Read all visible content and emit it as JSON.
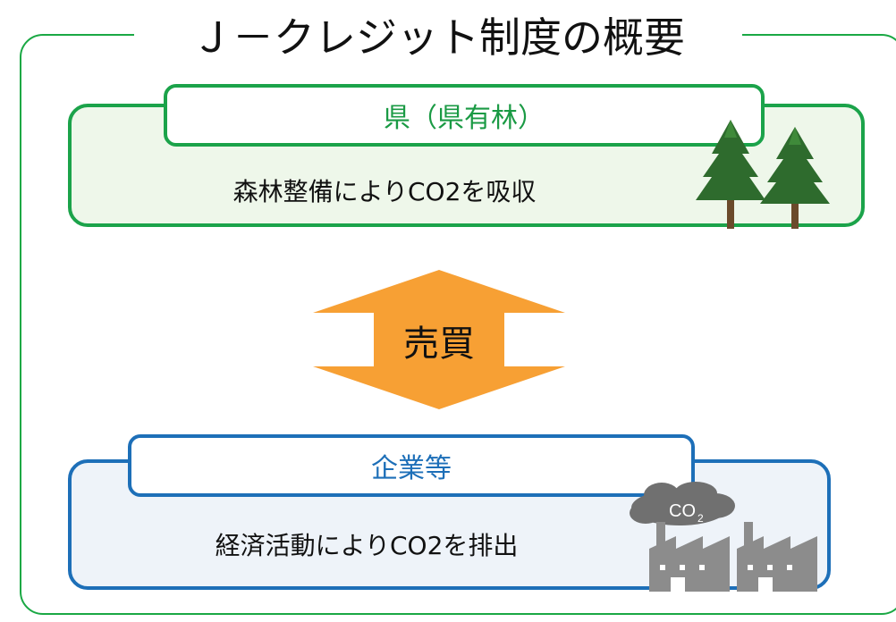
{
  "title": "Ｊ－クレジット制度の概要",
  "seller": {
    "label": "県（県有林）",
    "description": "森林整備によりCO2を吸収",
    "icon": "trees-icon",
    "color": "#1ba34a"
  },
  "trade": {
    "label": "売買",
    "icon": "double-arrow-icon",
    "color": "#f7a034"
  },
  "buyer": {
    "label": "企業等",
    "description": "経済活動によりCO2を排出",
    "icon": "factory-icon",
    "color": "#1d6fb8",
    "cloud_text": "CO",
    "cloud_subscript": "2"
  }
}
